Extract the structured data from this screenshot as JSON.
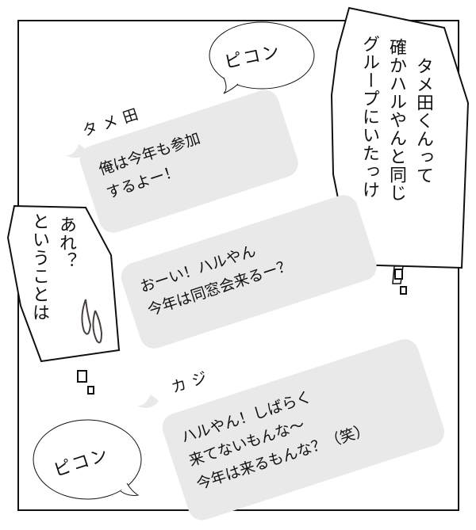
{
  "sound_effects": [
    {
      "id": "top",
      "text": "ピコン"
    },
    {
      "id": "bottom",
      "text": "ピコン"
    }
  ],
  "chat": {
    "messages": [
      {
        "sender": "タメ田",
        "lines": [
          "俺は今年も参加",
          "するよー！"
        ]
      },
      {
        "sender": "",
        "lines": [
          "おーい！ハルやん",
          "今年は同窓会来るー？"
        ]
      },
      {
        "sender": "カジ",
        "lines": [
          "ハルやん！しばらく",
          "来てないもんな～",
          "今年は来るもんな？（笑）"
        ]
      }
    ]
  },
  "thoughts": {
    "right": {
      "lines": [
        "タメ田くんって",
        "確かハルやんと同じ",
        "グループにいたっけ"
      ]
    },
    "left": {
      "lines": [
        "あれ？",
        "ということは"
      ]
    }
  },
  "colors": {
    "chat_bubble": "#e9e9e9",
    "ink": "#111111",
    "sweat": "#4a3f3f"
  }
}
